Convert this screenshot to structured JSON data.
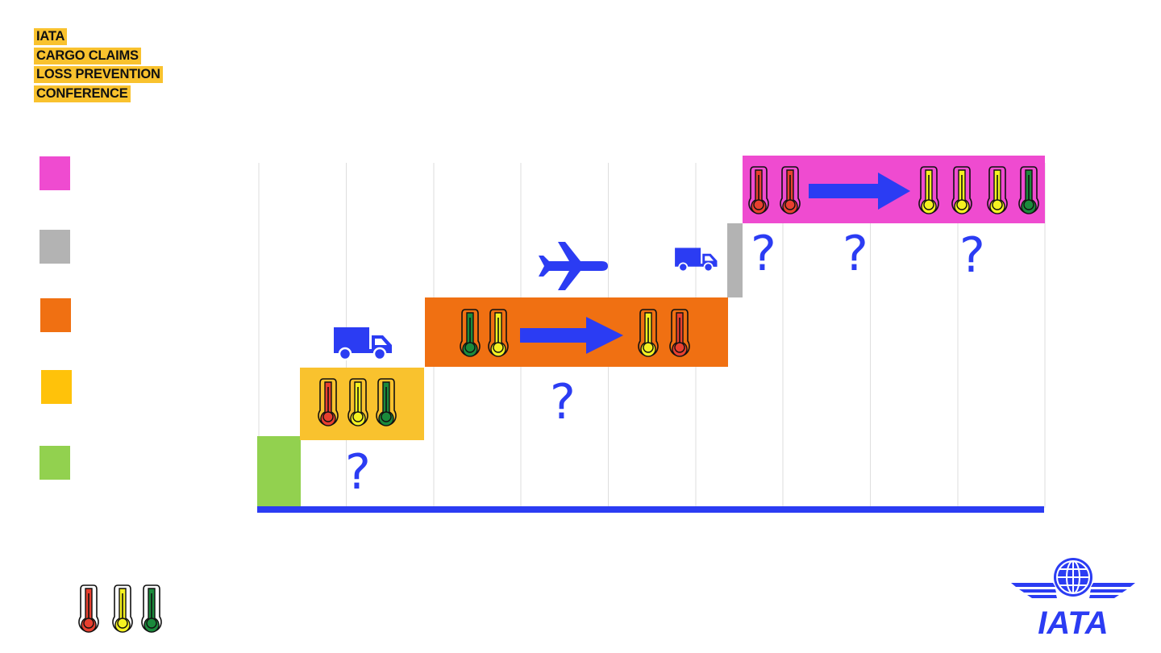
{
  "conference_title": [
    "IATA",
    "CARGO CLAIMS",
    "LOSS PREVENTION",
    "CONFERENCE"
  ],
  "colors": {
    "brand_blue": "#2b3cf3",
    "label_yellow": "#f9c22e",
    "magenta": "#ef4bd0",
    "grey": "#b3b3b3",
    "orange": "#f07012",
    "yellow": "#ffc20a",
    "green": "#92d14f",
    "thermo_red": "#e8402f",
    "thermo_yellow": "#f4f121",
    "thermo_green": "#1b8a3c"
  },
  "legend": [
    "magenta",
    "grey",
    "orange",
    "yellow",
    "green"
  ],
  "stages": [
    {
      "color": "green",
      "thermometers": []
    },
    {
      "color": "yellow",
      "thermometers": [
        "red",
        "yellow",
        "green"
      ]
    },
    {
      "color": "orange",
      "from": [
        "green",
        "yellow"
      ],
      "to": [
        "yellow",
        "red"
      ]
    },
    {
      "color": "grey",
      "thermometers": []
    },
    {
      "color": "magenta",
      "from": [
        "red",
        "red"
      ],
      "to": [
        "yellow",
        "yellow",
        "yellow",
        "green"
      ]
    }
  ],
  "vehicles": [
    "truck-icon",
    "airplane-icon",
    "truck-icon"
  ],
  "question_marks": [
    "?",
    "?",
    "?",
    "?",
    "?"
  ],
  "key_thermometers": [
    "red",
    "yellow",
    "green"
  ],
  "brand_logo": "IATA"
}
